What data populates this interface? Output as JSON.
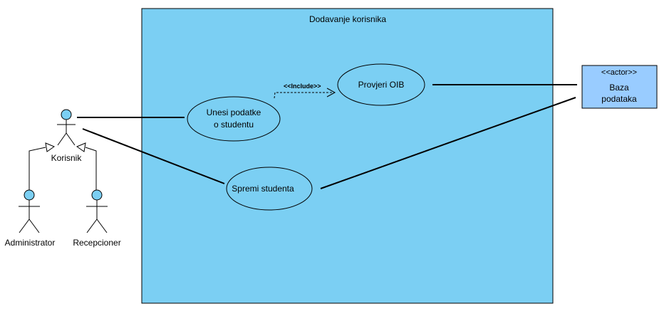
{
  "colors": {
    "system_fill": "#7bcff3",
    "usecase_fill": "#7bcff3",
    "actor_head": "#7bcff3",
    "external_actor_fill": "#99ccff",
    "stroke": "#000000"
  },
  "system": {
    "title": "Dodavanje korisnika"
  },
  "actors": {
    "korisnik": {
      "label": "Korisnik"
    },
    "administrator": {
      "label": "Administrator"
    },
    "recepcioner": {
      "label": "Recepcioner"
    }
  },
  "external_actor": {
    "stereotype": "<<actor>>",
    "line1": "Baza",
    "line2": "podataka"
  },
  "use_cases": {
    "unesi": {
      "line1": "Unesi podatke",
      "line2": "o studentu"
    },
    "provjeri": {
      "label": "Provjeri OIB"
    },
    "spremi": {
      "label": "Spremi studenta"
    }
  },
  "relations": {
    "include_label": "<<Include>>"
  }
}
